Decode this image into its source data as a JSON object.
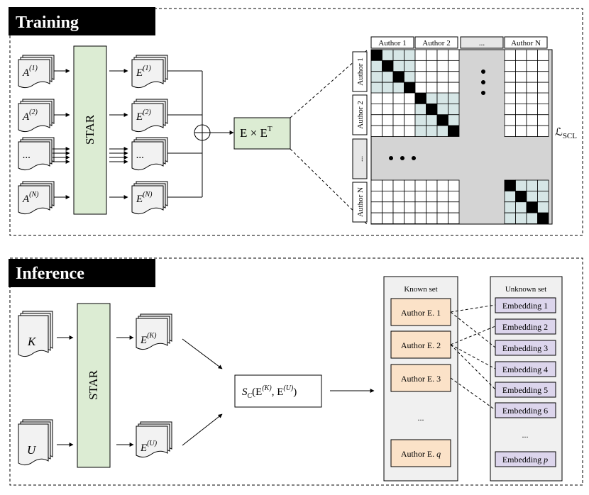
{
  "colors": {
    "dark_tab": "#000000",
    "green": "#dcecd3",
    "light_blue": "#d6e6e6",
    "gray": "#d4d4d4",
    "black_cell": "#000000",
    "known_box": "#fbe2c8",
    "unknown_box": "#dcd5ec",
    "panel": "#f0f0f0",
    "doc": "#f2f2f2"
  },
  "training": {
    "title": "Training",
    "inputs": [
      {
        "base": "A",
        "sup": "(1)"
      },
      {
        "base": "A",
        "sup": "(2)"
      },
      {
        "base": "...",
        "sup": ""
      },
      {
        "base": "A",
        "sup": "(N)"
      }
    ],
    "encoder_label": "STAR",
    "outputs": [
      {
        "base": "E",
        "sup": "(1)"
      },
      {
        "base": "E",
        "sup": "(2)"
      },
      {
        "base": "...",
        "sup": ""
      },
      {
        "base": "E",
        "sup": "(N)"
      }
    ],
    "product": {
      "base": "E × E",
      "sup": "T"
    },
    "matrix": {
      "col_headers": [
        "Author 1",
        "Author 2",
        "...",
        "Author N"
      ],
      "row_headers": [
        "Author 1",
        "Author 2",
        "...",
        "Author N"
      ]
    },
    "loss": {
      "base": "ℒ",
      "sub": "SCL"
    }
  },
  "inference": {
    "title": "Inference",
    "known_doc": "K",
    "unknown_doc": "U",
    "encoder_label": "STAR",
    "known_emb": {
      "base": "E",
      "sup": "(K)"
    },
    "unknown_emb": {
      "base": "E",
      "sup": "(U)"
    },
    "similarity": {
      "s": "S",
      "sub": "C",
      "open": "(E",
      "k": "(K)",
      "mid": ", E",
      "u": "(U)",
      "close": ")"
    },
    "known_set": {
      "title": "Known set",
      "items": [
        "Author E. 1",
        "Author E. 2",
        "Author E. 3"
      ],
      "ellipsis": "...",
      "last_prefix": "Author E. ",
      "last_var": "q"
    },
    "unknown_set": {
      "title": "Unknown set",
      "items": [
        "Embedding 1",
        "Embedding 2",
        "Embedding 3",
        "Embedding 4",
        "Embedding 5",
        "Embedding 6"
      ],
      "ellipsis": "...",
      "last_prefix": "Embedding ",
      "last_var": "p"
    }
  }
}
